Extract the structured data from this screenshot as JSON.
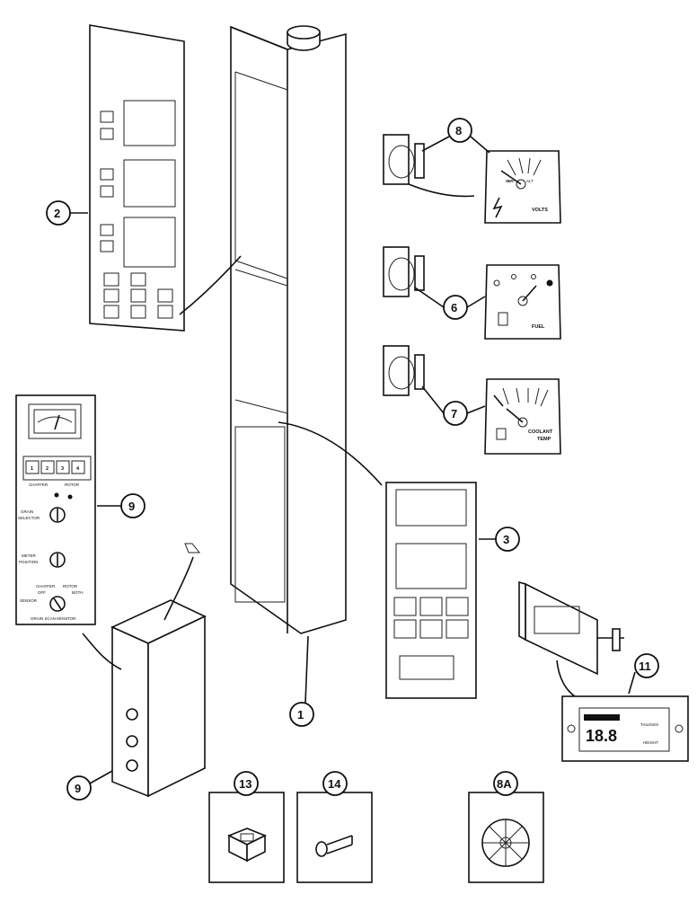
{
  "callouts": {
    "c1": "1",
    "c2": "2",
    "c3": "3",
    "c6": "6",
    "c7": "7",
    "c8": "8",
    "c8a": "8A",
    "c9a": "9",
    "c9b": "9",
    "c11": "11",
    "c13": "13",
    "c14": "14"
  },
  "gauges": {
    "volts": {
      "label": "VOLTS",
      "bat": "BAT",
      "alt": "ALT"
    },
    "fuel": {
      "label": "FUEL"
    },
    "coolant": {
      "label1": "COOLANT",
      "label2": "TEMP"
    }
  },
  "monitor": {
    "buttons": [
      "1",
      "2",
      "3",
      "4"
    ],
    "chaffer": "CHAFFER",
    "rotor": "ROTOR",
    "grain": "GRAIN",
    "selector": "SELECTOR",
    "meter": "METER",
    "position": "POSITION",
    "chaffer2": "CHAFFER",
    "rotor2": "ROTOR",
    "off": "OFF",
    "both": "BOTH",
    "sensor": "SENSOR",
    "title": "GRAIN SCAN MONITOR"
  },
  "display": {
    "digits": "18.8",
    "tailings": "TAILINGS",
    "height": "HEIGHT"
  }
}
